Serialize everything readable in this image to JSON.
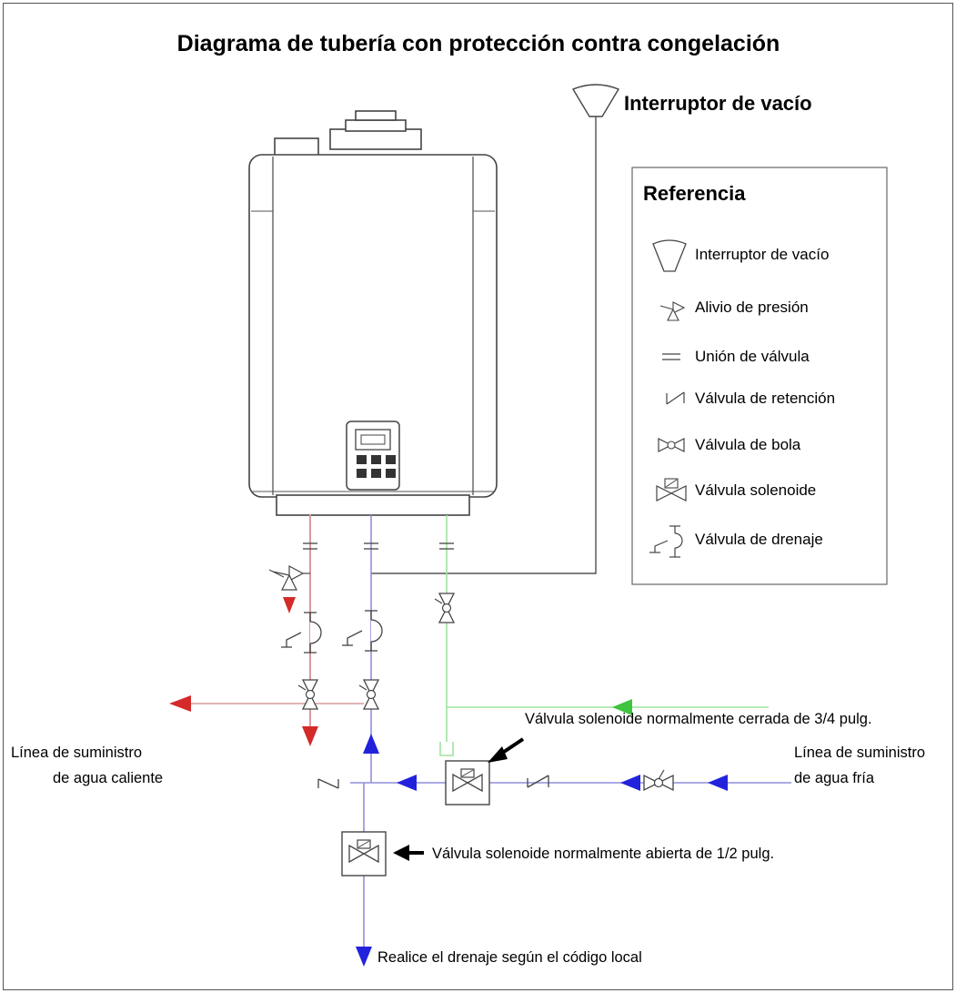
{
  "title": "Diagrama de tubería con protección contra congelación",
  "vacuum_breaker_label": "Interruptor de vacío",
  "legend": {
    "title": "Referencia",
    "items": [
      {
        "icon": "vacuum-breaker-icon",
        "label": "Interruptor de vacío"
      },
      {
        "icon": "pressure-relief-icon",
        "label": "Alivio de presión"
      },
      {
        "icon": "valve-union-icon",
        "label": "Unión de válvula"
      },
      {
        "icon": "check-valve-icon",
        "label": "Válvula de retención"
      },
      {
        "icon": "ball-valve-icon",
        "label": "Válvula de bola"
      },
      {
        "icon": "solenoid-valve-icon",
        "label": "Válvula solenoide"
      },
      {
        "icon": "drain-valve-icon",
        "label": "Válvula de drenaje"
      }
    ]
  },
  "labels": {
    "solenoid_closed": "Válvula solenoide normalmente cerrada de 3/4 pulg.",
    "solenoid_open": "Válvula solenoide normalmente abierta de 1/2 pulg.",
    "hot_line_1": "Línea de suministro",
    "hot_line_2": "de agua caliente",
    "cold_line_1": "Línea de suministro",
    "cold_line_2": "de agua fría",
    "drain": "Realice el drenaje según el código local"
  },
  "colors": {
    "hot": "#d42a2a",
    "cold": "#2222dd",
    "recirc": "#3ec43e",
    "hot_pipe": "#d99a9a",
    "cold_pipe": "#8f8fdb",
    "recirc_pipe": "#9fe39f"
  }
}
